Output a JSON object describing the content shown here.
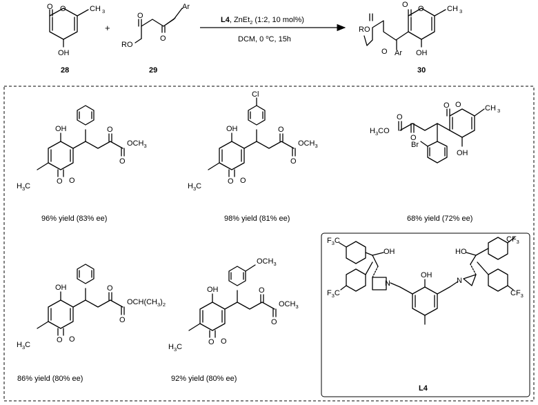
{
  "reaction": {
    "reactant1_label": "28",
    "reactant2_label": "29",
    "product_label": "30",
    "plus": "+",
    "catalyst_ligand": "L4",
    "catalyst_rest": ", ZnEt",
    "catalyst_sub": "2",
    "catalyst_tail": " (1:2, 10 mol%)",
    "conditions_pre": "DCM, 0 ",
    "conditions_sup": "o",
    "conditions_post": "C, 15h"
  },
  "atoms": {
    "O": "O",
    "OH": "OH",
    "HO": "HO",
    "CH3": "CH",
    "H3C": "H",
    "three": "3",
    "RO": "RO",
    "Ar": "Ar",
    "Cl": "Cl",
    "Br": "Br",
    "N": "N",
    "F3C": "F",
    "CF3": "CF",
    "OCH3": "OCH",
    "OCHCH3": "OCH(CH",
    "close_paren": ")",
    "two": "2",
    "C": "C",
    "O_dash": "O"
  },
  "examples": [
    {
      "yield": "96% yield (83% ee)"
    },
    {
      "yield": "98% yield (81% ee)"
    },
    {
      "yield": "68% yield (72% ee)"
    },
    {
      "yield": "86% yield (80% ee)"
    },
    {
      "yield": "92% yield (80% ee)"
    }
  ],
  "ligand_label": "L4"
}
